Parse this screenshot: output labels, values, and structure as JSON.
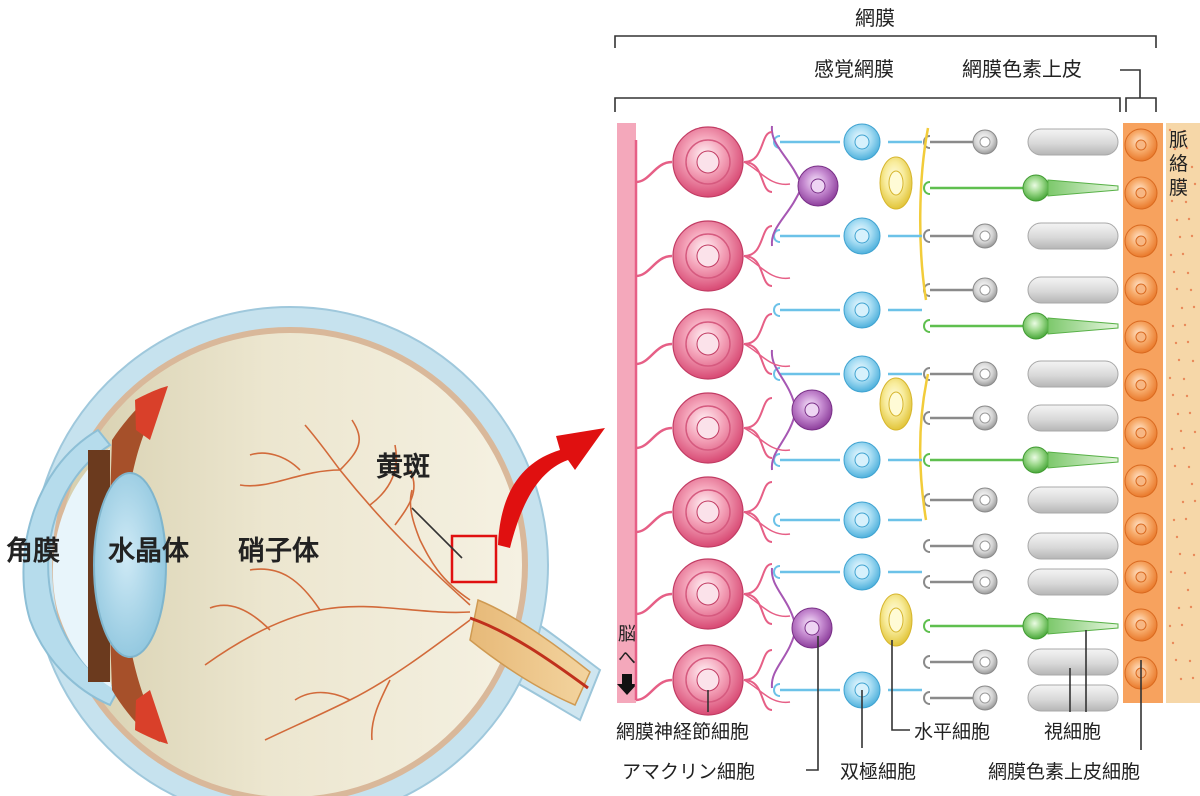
{
  "eye": {
    "cornea_label": "角膜",
    "lens_label": "水晶体",
    "vitreous_label": "硝子体",
    "macula_label": "黄斑"
  },
  "retina": {
    "title": "網膜",
    "sensory_retina": "感覚網膜",
    "rpe": "網膜色素上皮",
    "choroid": "脈絡膜",
    "brain": "脳へ"
  },
  "cells": {
    "ganglion": "網膜神経節細胞",
    "amacrine": "アマクリン細胞",
    "bipolar": "双極細胞",
    "horizontal": "水平細胞",
    "photoreceptor": "視細胞",
    "rpe_cell": "網膜色素上皮細胞"
  },
  "colors": {
    "ganglion": "#e65f86",
    "amacrine": "#a657b3",
    "bipolar": "#6cc2e8",
    "horizontal": "#f2dd6a",
    "rod": "#bdbdbd",
    "cone": "#5fbf4f",
    "rpe": "#f08a3c",
    "choroid": "#f6d7a8",
    "arrow": "#e01010",
    "sclera": "#b9dcea",
    "vitreous": "#e7e0c8"
  }
}
